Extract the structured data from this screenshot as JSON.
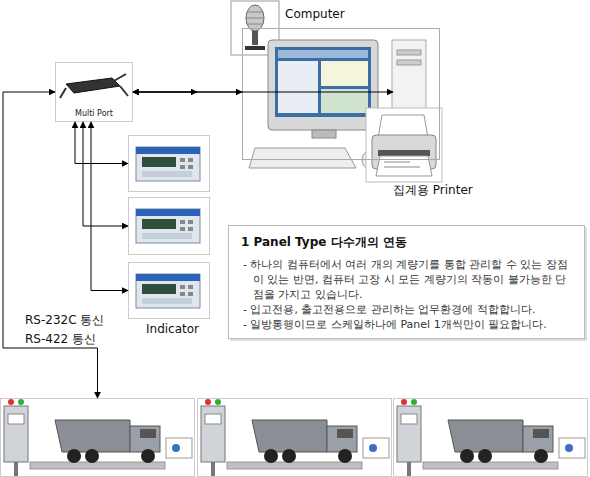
{
  "diagram": {
    "nodes": [
      {
        "text": [
          "Computer"
        ]
      },
      {
        "text": [
          "Multi Port"
        ]
      },
      {
        "text": []
      },
      {
        "text": []
      },
      {
        "text": []
      },
      {
        "text": [
          "1 Panel Type 다수개의 연동",
          "- 하나의 컴퓨터에서 여러 개의 계량기를 통합 관리할 수 있는 장점이 있는 반면, 컴퓨터 고장 시 모든 계량기의 작동이 불가능한 단점을 가지고 있습니다.",
          "- 입고전용, 출고전용으로 관리하는 업무환경에 적합합니다.",
          "- 일방통행이므로 스케일하나에 Panel 1개씩만이 필요합니다."
        ]
      },
      {
        "text": []
      },
      {
        "text": []
      },
      {
        "text": []
      }
    ],
    "edges": [
      {
        "from": 1,
        "to": 0,
        "arrow": "both"
      },
      {
        "from": 1,
        "to": 2,
        "arrow": "both"
      },
      {
        "from": 1,
        "to": 3,
        "arrow": "both"
      },
      {
        "from": 1,
        "to": 4,
        "arrow": "both"
      },
      {
        "from": 1,
        "to": 6,
        "arrow": "both"
      },
      {
        "from": 1,
        "to": 7,
        "arrow": "both"
      },
      {
        "from": 1,
        "to": 8,
        "arrow": "both"
      }
    ],
    "labels": [
      "집계용 Printer",
      "RS-232C 통신",
      "RS-422 통신",
      "Indicator"
    ]
  }
}
